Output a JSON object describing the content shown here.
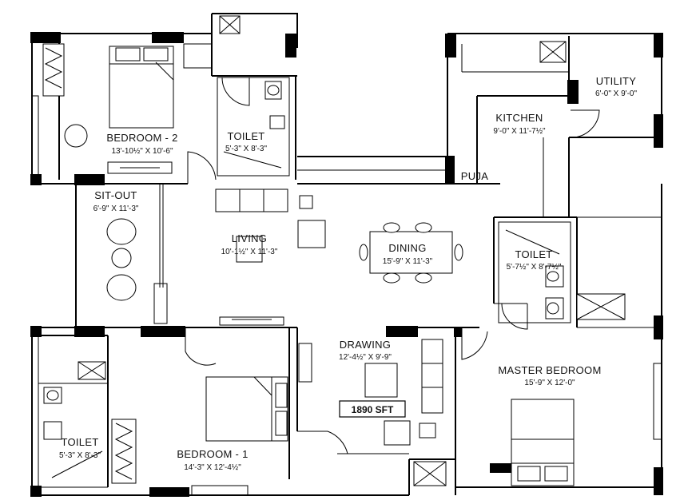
{
  "rooms": {
    "bedroom2": {
      "name": "BEDROOM - 2",
      "dim": "13'-10½\" X 10'-6\""
    },
    "toilet_b2": {
      "name": "TOILET",
      "dim": "5'-3\" X 8'-3\""
    },
    "kitchen": {
      "name": "KITCHEN",
      "dim": "9'-0\" X 11'-7½\""
    },
    "utility": {
      "name": "UTILITY",
      "dim": "6'-0\" X 9'-0\""
    },
    "puja": {
      "name": "PUJA"
    },
    "sitout": {
      "name": "SIT-OUT",
      "dim": "6'-9\" X 11'-3\""
    },
    "living": {
      "name": "LIVING",
      "dim": "10'-1½\" X 11'-3\""
    },
    "dining": {
      "name": "DINING",
      "dim": "15'-9\" X 11'-3\""
    },
    "toilet_master": {
      "name": "TOILET",
      "dim": "5'-7½\" X 8'-7½\""
    },
    "drawing": {
      "name": "DRAWING",
      "dim": "12'-4½\" X 9'-9\""
    },
    "master": {
      "name": "MASTER BEDROOM",
      "dim": "15'-9\" X 12'-0\""
    },
    "bedroom1": {
      "name": "BEDROOM - 1",
      "dim": "14'-3\" X 12'-4½\""
    },
    "toilet_b1": {
      "name": "TOILET",
      "dim": "5'-3\" X 8'-3\""
    }
  },
  "area_label": "1890 SFT"
}
